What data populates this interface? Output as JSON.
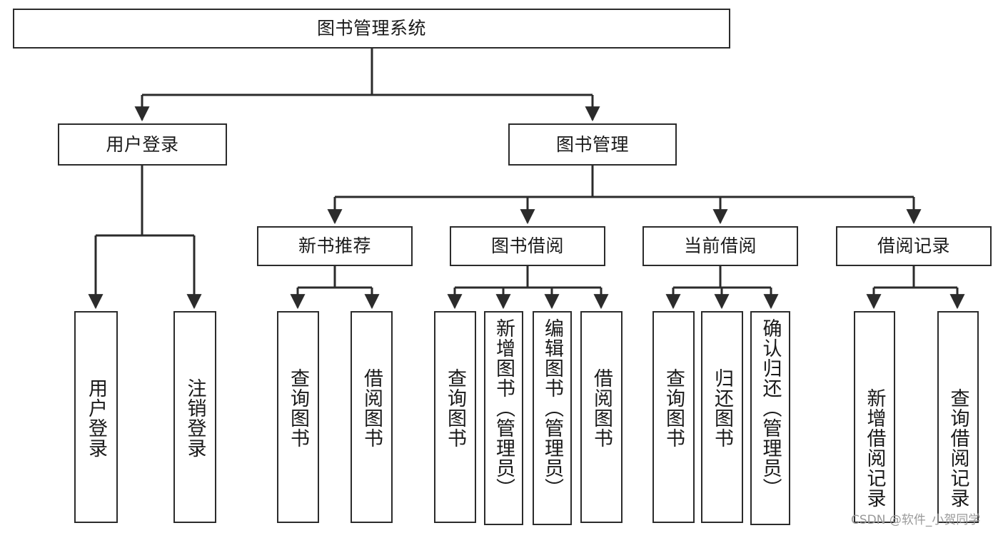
{
  "diagram": {
    "title": "图书管理系统",
    "type": "hierarchy-tree",
    "watermark": "CSDN @软件_小贺同学",
    "colors": {
      "border": "#2b2b2b",
      "fill": "#ffffff",
      "text": "#1a1a1a",
      "connector": "#2b2b2b",
      "watermark": "#9a9a9a"
    },
    "nodes": {
      "root": {
        "label": "图书管理系统"
      },
      "level2": [
        {
          "label": "用户登录"
        },
        {
          "label": "图书管理"
        }
      ],
      "level3": [
        {
          "label": "新书推荐"
        },
        {
          "label": "图书借阅"
        },
        {
          "label": "当前借阅"
        },
        {
          "label": "借阅记录"
        }
      ],
      "leaves": {
        "user_login": [
          {
            "label": "用户登录"
          },
          {
            "label": "注销登录"
          }
        ],
        "new_book_rec": [
          {
            "label": "查询图书"
          },
          {
            "label": "借阅图书"
          }
        ],
        "book_borrow": [
          {
            "label": "查询图书"
          },
          {
            "label": "新增图书（管理员）"
          },
          {
            "label": "编辑图书（管理员）"
          },
          {
            "label": "借阅图书"
          }
        ],
        "current_borrow": [
          {
            "label": "查询图书"
          },
          {
            "label": "归还图书"
          },
          {
            "label": "确认归还（管理员）"
          }
        ],
        "borrow_record": [
          {
            "label": "新增借阅记录"
          },
          {
            "label": "查询借阅记录"
          }
        ]
      }
    }
  }
}
